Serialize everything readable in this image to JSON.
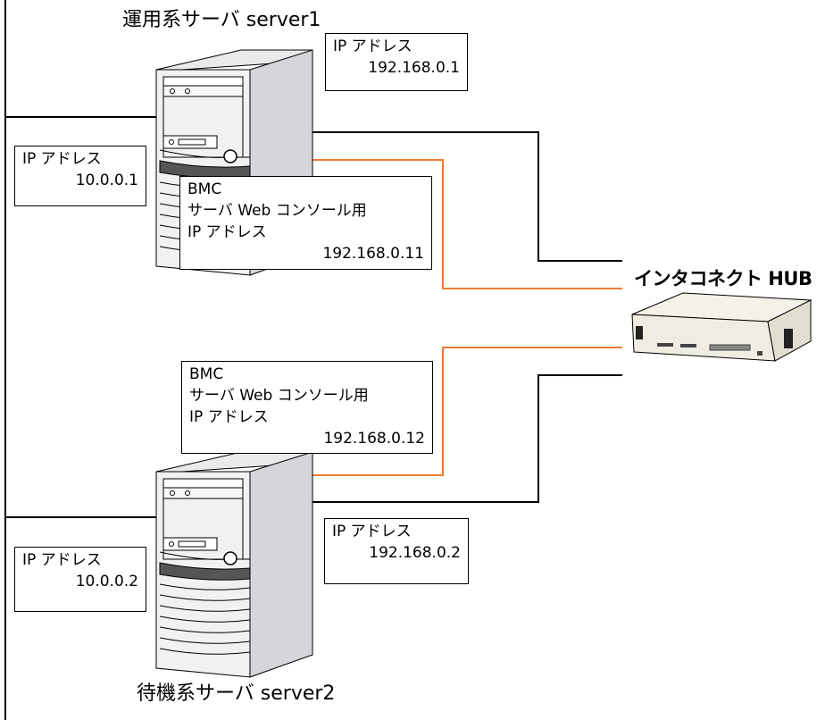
{
  "diagram": {
    "colors": {
      "lan_line": "#000000",
      "bmc_line": "#ED7D31",
      "server_front": "#F0F1F3",
      "server_side": "#D4D6D9",
      "hub_body": "#EFEDE2"
    },
    "server1": {
      "title": "運用系サーバ server1",
      "public_ip": {
        "label": "IP アドレス",
        "value": "192.168.0.1"
      },
      "interconnect_ip": {
        "label": "IP アドレス",
        "value": "10.0.0.1"
      },
      "bmc": {
        "line1": "BMC",
        "line2": "サーバ Web コンソール用",
        "line3": "IP アドレス",
        "value": "192.168.0.11"
      }
    },
    "server2": {
      "title": "待機系サーバ server2",
      "public_ip": {
        "label": "IP アドレス",
        "value": "192.168.0.2"
      },
      "interconnect_ip": {
        "label": "IP アドレス",
        "value": "10.0.0.2"
      },
      "bmc": {
        "line1": "BMC",
        "line2": "サーバ Web コンソール用",
        "line3": "IP アドレス",
        "value": "192.168.0.12"
      }
    },
    "hub": {
      "title": "インタコネクト HUB"
    }
  }
}
